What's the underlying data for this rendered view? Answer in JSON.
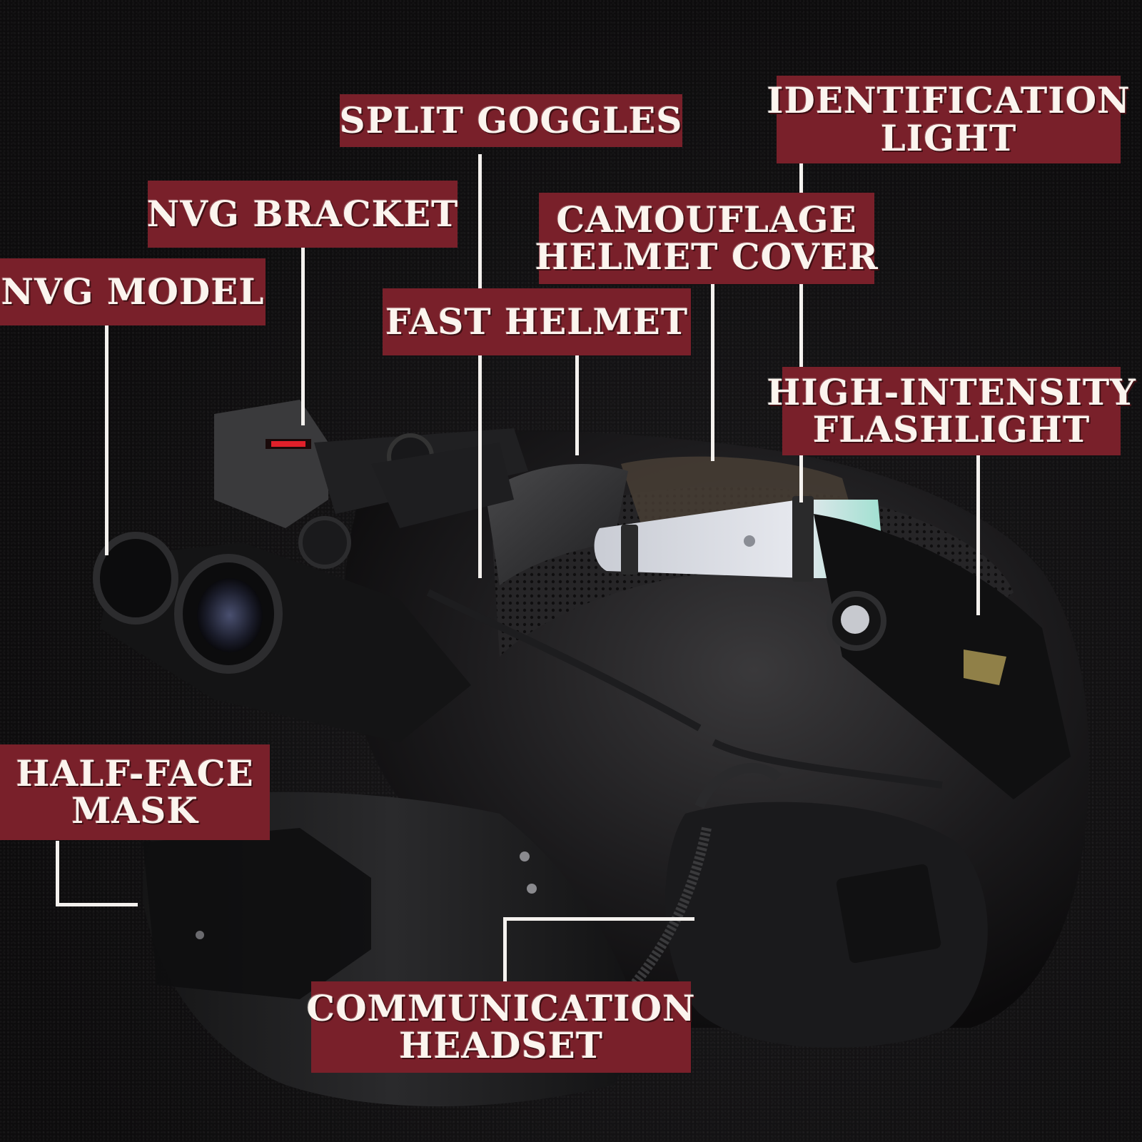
{
  "image": {
    "subject": "tactical FAST helmet with accessories",
    "background_color": "#0e0d0e"
  },
  "style": {
    "label_background": "#79202a",
    "label_text_color": "#fbf4ee",
    "leader_line_color": "#f4f1ee"
  },
  "callouts": [
    {
      "id": "split-goggles",
      "lines": [
        "Split Goggles"
      ]
    },
    {
      "id": "identification-light",
      "lines": [
        "Identification",
        "Light"
      ]
    },
    {
      "id": "nvg-bracket",
      "lines": [
        "NVG Bracket"
      ]
    },
    {
      "id": "camouflage-helmet-cover",
      "lines": [
        "Camouflage",
        "Helmet Cover"
      ]
    },
    {
      "id": "nvg-model",
      "lines": [
        "NVG Model"
      ]
    },
    {
      "id": "fast-helmet",
      "lines": [
        "Fast Helmet"
      ]
    },
    {
      "id": "high-intensity-flashlight",
      "lines": [
        "High-Intensity",
        "Flashlight"
      ]
    },
    {
      "id": "half-face-mask",
      "lines": [
        "Half-Face",
        "Mask"
      ]
    },
    {
      "id": "communication-headset",
      "lines": [
        "Communication",
        "Headset"
      ]
    }
  ]
}
